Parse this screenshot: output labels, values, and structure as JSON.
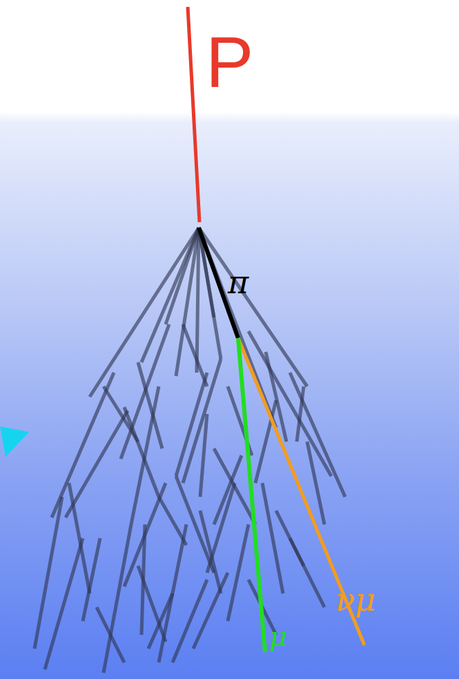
{
  "diagram": {
    "labels": [
      "P",
      "π",
      "νμ",
      "μ"
    ]
  }
}
